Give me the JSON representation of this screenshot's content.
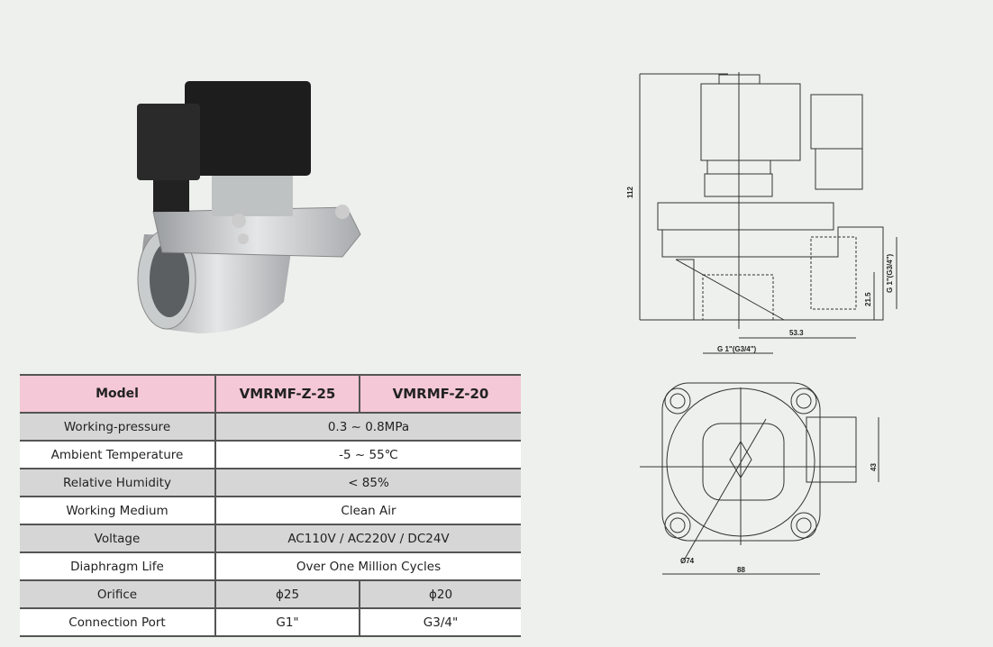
{
  "table": {
    "header": {
      "label": "Model",
      "col1": "VMRMF-Z-25",
      "col2": "VMRMF-Z-20"
    },
    "rows": [
      {
        "label": "Working-pressure",
        "value": "0.3 ~ 0.8MPa"
      },
      {
        "label": "Ambient Temperature",
        "value": "-5 ~ 55℃"
      },
      {
        "label": "Relative Humidity",
        "value": "< 85%"
      },
      {
        "label": "Working Medium",
        "value": "Clean Air"
      },
      {
        "label": "Voltage",
        "value": "AC110V / AC220V / DC24V"
      },
      {
        "label": "Diaphragm Life",
        "value": "Over One Million Cycles"
      },
      {
        "label": "Orifice",
        "col1": "ϕ25",
        "col2": "ϕ20"
      },
      {
        "label": "Connection Port",
        "col1": "G1\"",
        "col2": "G3/4\""
      }
    ]
  },
  "drawing": {
    "height": "112",
    "port_v": "G 1\"(G3/4\")",
    "dim_215": "21.5",
    "dim_533": "53.3",
    "port_h": "G 1\"(G3/4\")",
    "dia": "Ø74",
    "width": "88",
    "depth": "43"
  }
}
